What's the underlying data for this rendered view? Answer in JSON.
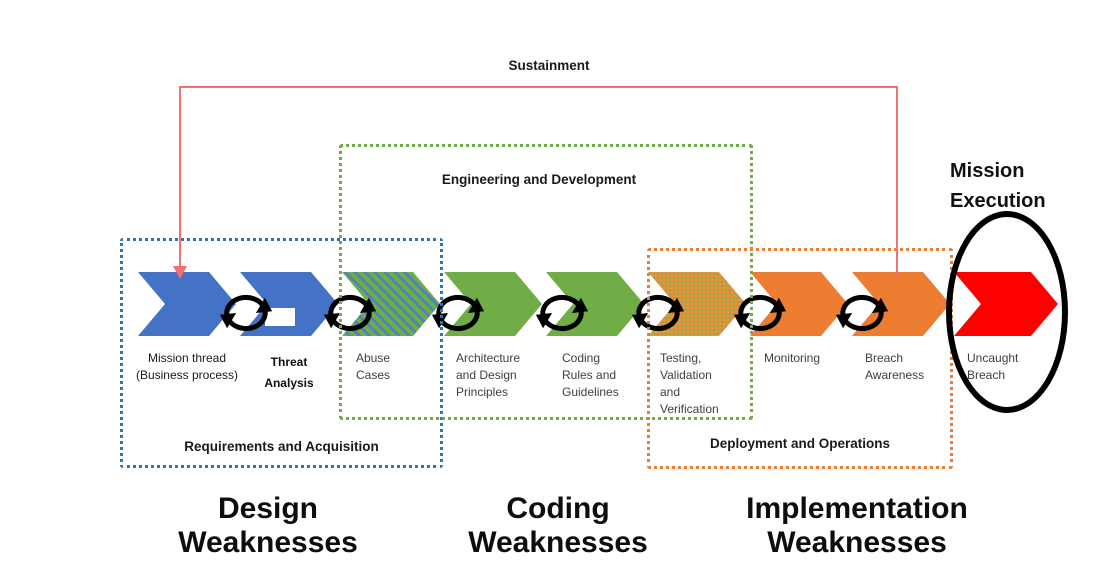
{
  "sustainment": {
    "label": "Sustainment"
  },
  "mission_execution": {
    "label": "Mission\nExecution"
  },
  "phases": {
    "requirements": {
      "label": "Requirements and Acquisition"
    },
    "engineering": {
      "label": "Engineering and Development"
    },
    "deployment": {
      "label": "Deployment and Operations"
    }
  },
  "chevrons": [
    {
      "name": "mission-thread",
      "label": "Mission thread\n(Business process)",
      "fill": "#4472C4"
    },
    {
      "name": "threat-analysis",
      "label": "Threat\nAnalysis",
      "fill": "#4472C4"
    },
    {
      "name": "abuse-cases",
      "label": "Abuse\nCases",
      "fill": "green-blue-diagonal-hatch"
    },
    {
      "name": "architecture-design",
      "label": "Architecture\nand Design\nPrinciples",
      "fill": "#70AD47"
    },
    {
      "name": "coding-rules",
      "label": "Coding\nRules and\nGuidelines",
      "fill": "#70AD47"
    },
    {
      "name": "testing-validation",
      "label": "Testing,\nValidation\nand\nVerification",
      "fill": "orange-green-dot-hatch"
    },
    {
      "name": "monitoring",
      "label": "Monitoring",
      "fill": "#ED7D31"
    },
    {
      "name": "breach-awareness",
      "label": "Breach\nAwareness",
      "fill": "#ED7D31"
    },
    {
      "name": "uncaught-breach",
      "label": "Uncaught\nBreach",
      "fill": "#FE0000"
    }
  ],
  "weaknesses": {
    "design": {
      "label": "Design\nWeaknesses"
    },
    "coding": {
      "label": "Coding\nWeaknesses"
    },
    "implementation": {
      "label": "Implementation\nWeaknesses"
    }
  },
  "icons": {
    "cycle": "cycle-arrows-icon"
  },
  "colors": {
    "blue": "#4472C4",
    "green": "#70AD47",
    "orange": "#ED7D31",
    "red": "#FE0000",
    "box_blue_dotted": "#2E75B6",
    "box_green_dotted": "#70AD47",
    "box_orange_dotted": "#ED7D31",
    "connector_red": "#F4706E",
    "ellipse_black": "#000000",
    "label_gray": "#3F3F3F"
  }
}
